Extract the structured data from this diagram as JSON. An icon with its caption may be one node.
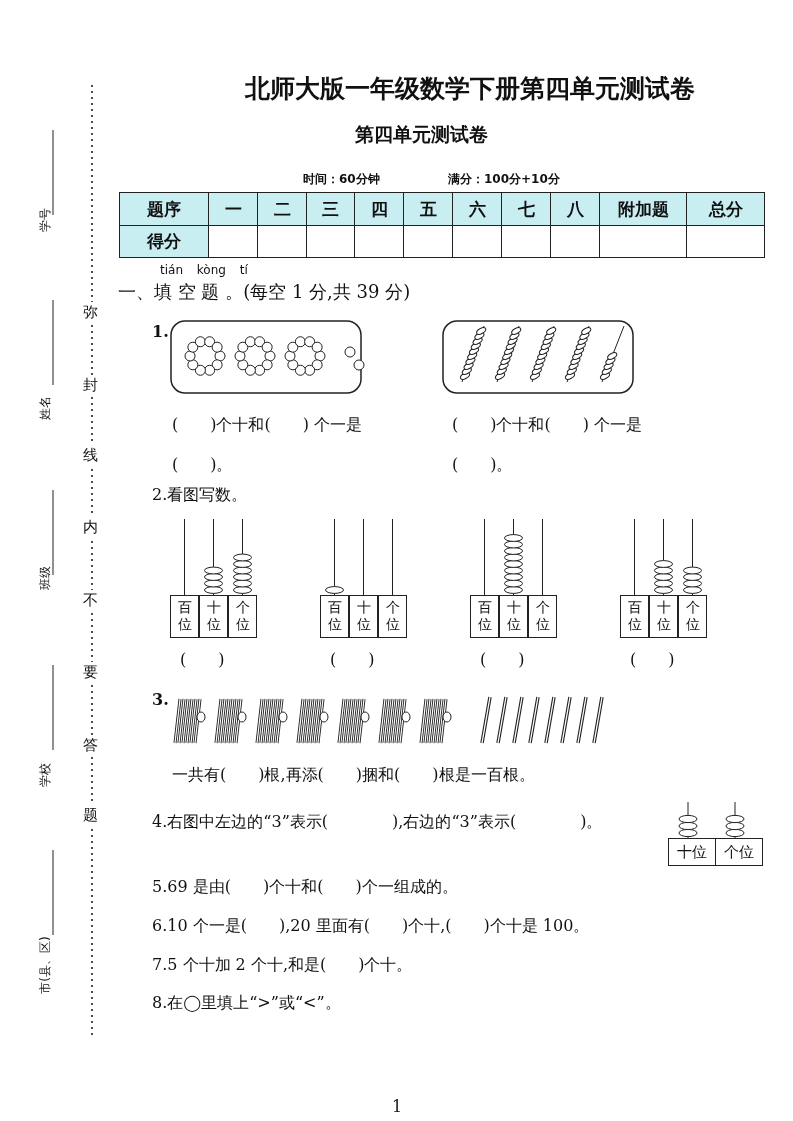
{
  "diagram": {
    "title": "北师大版一年级数学下册第四单元测试卷",
    "labels": [
      "学号",
      "姓名",
      "班级",
      "学校",
      "市(县、区)",
      "弥",
      "封",
      "线",
      "内",
      "不",
      "要",
      "答",
      "题",
      "第四单元测试卷",
      "时间：60分钟",
      "满分：100分+10分",
      "题序",
      "一",
      "二",
      "三",
      "四",
      "五",
      "六",
      "七",
      "八",
      "附加题",
      "总分",
      "得分",
      "tián kòng tí",
      "一、填 空 题 。(每空 1 分,共 39 分)",
      "1.",
      "(　　)个十和(　　) 个一是(　　)。",
      "(　　)个十和(　　) 个一是(　　)。",
      "2.看图写数。",
      "百位",
      "十位",
      "个位",
      "百位",
      "十位",
      "个位",
      "百位",
      "十位",
      "个位",
      "百位",
      "十位",
      "个位",
      "(　　)",
      "(　　)",
      "(　　)",
      "(　　)",
      "3.",
      "一共有(　　)根,再添(　　)捆和(　　)根是一百根。",
      "4.右图中左边的“3”表示(　　　　),右边的“3”表示(　　　　)。",
      "十位",
      "个位",
      "5.69 是由(　　)个十和(　　)个一组成的。",
      "6.10 个一是(　　),20 里面有(　　)个十,(　　)个十是 100。",
      "7.5 个十加 2 个十,和是(　　)个十。",
      "8.在◯里填上“>”或“<”。",
      "1"
    ]
  }
}
